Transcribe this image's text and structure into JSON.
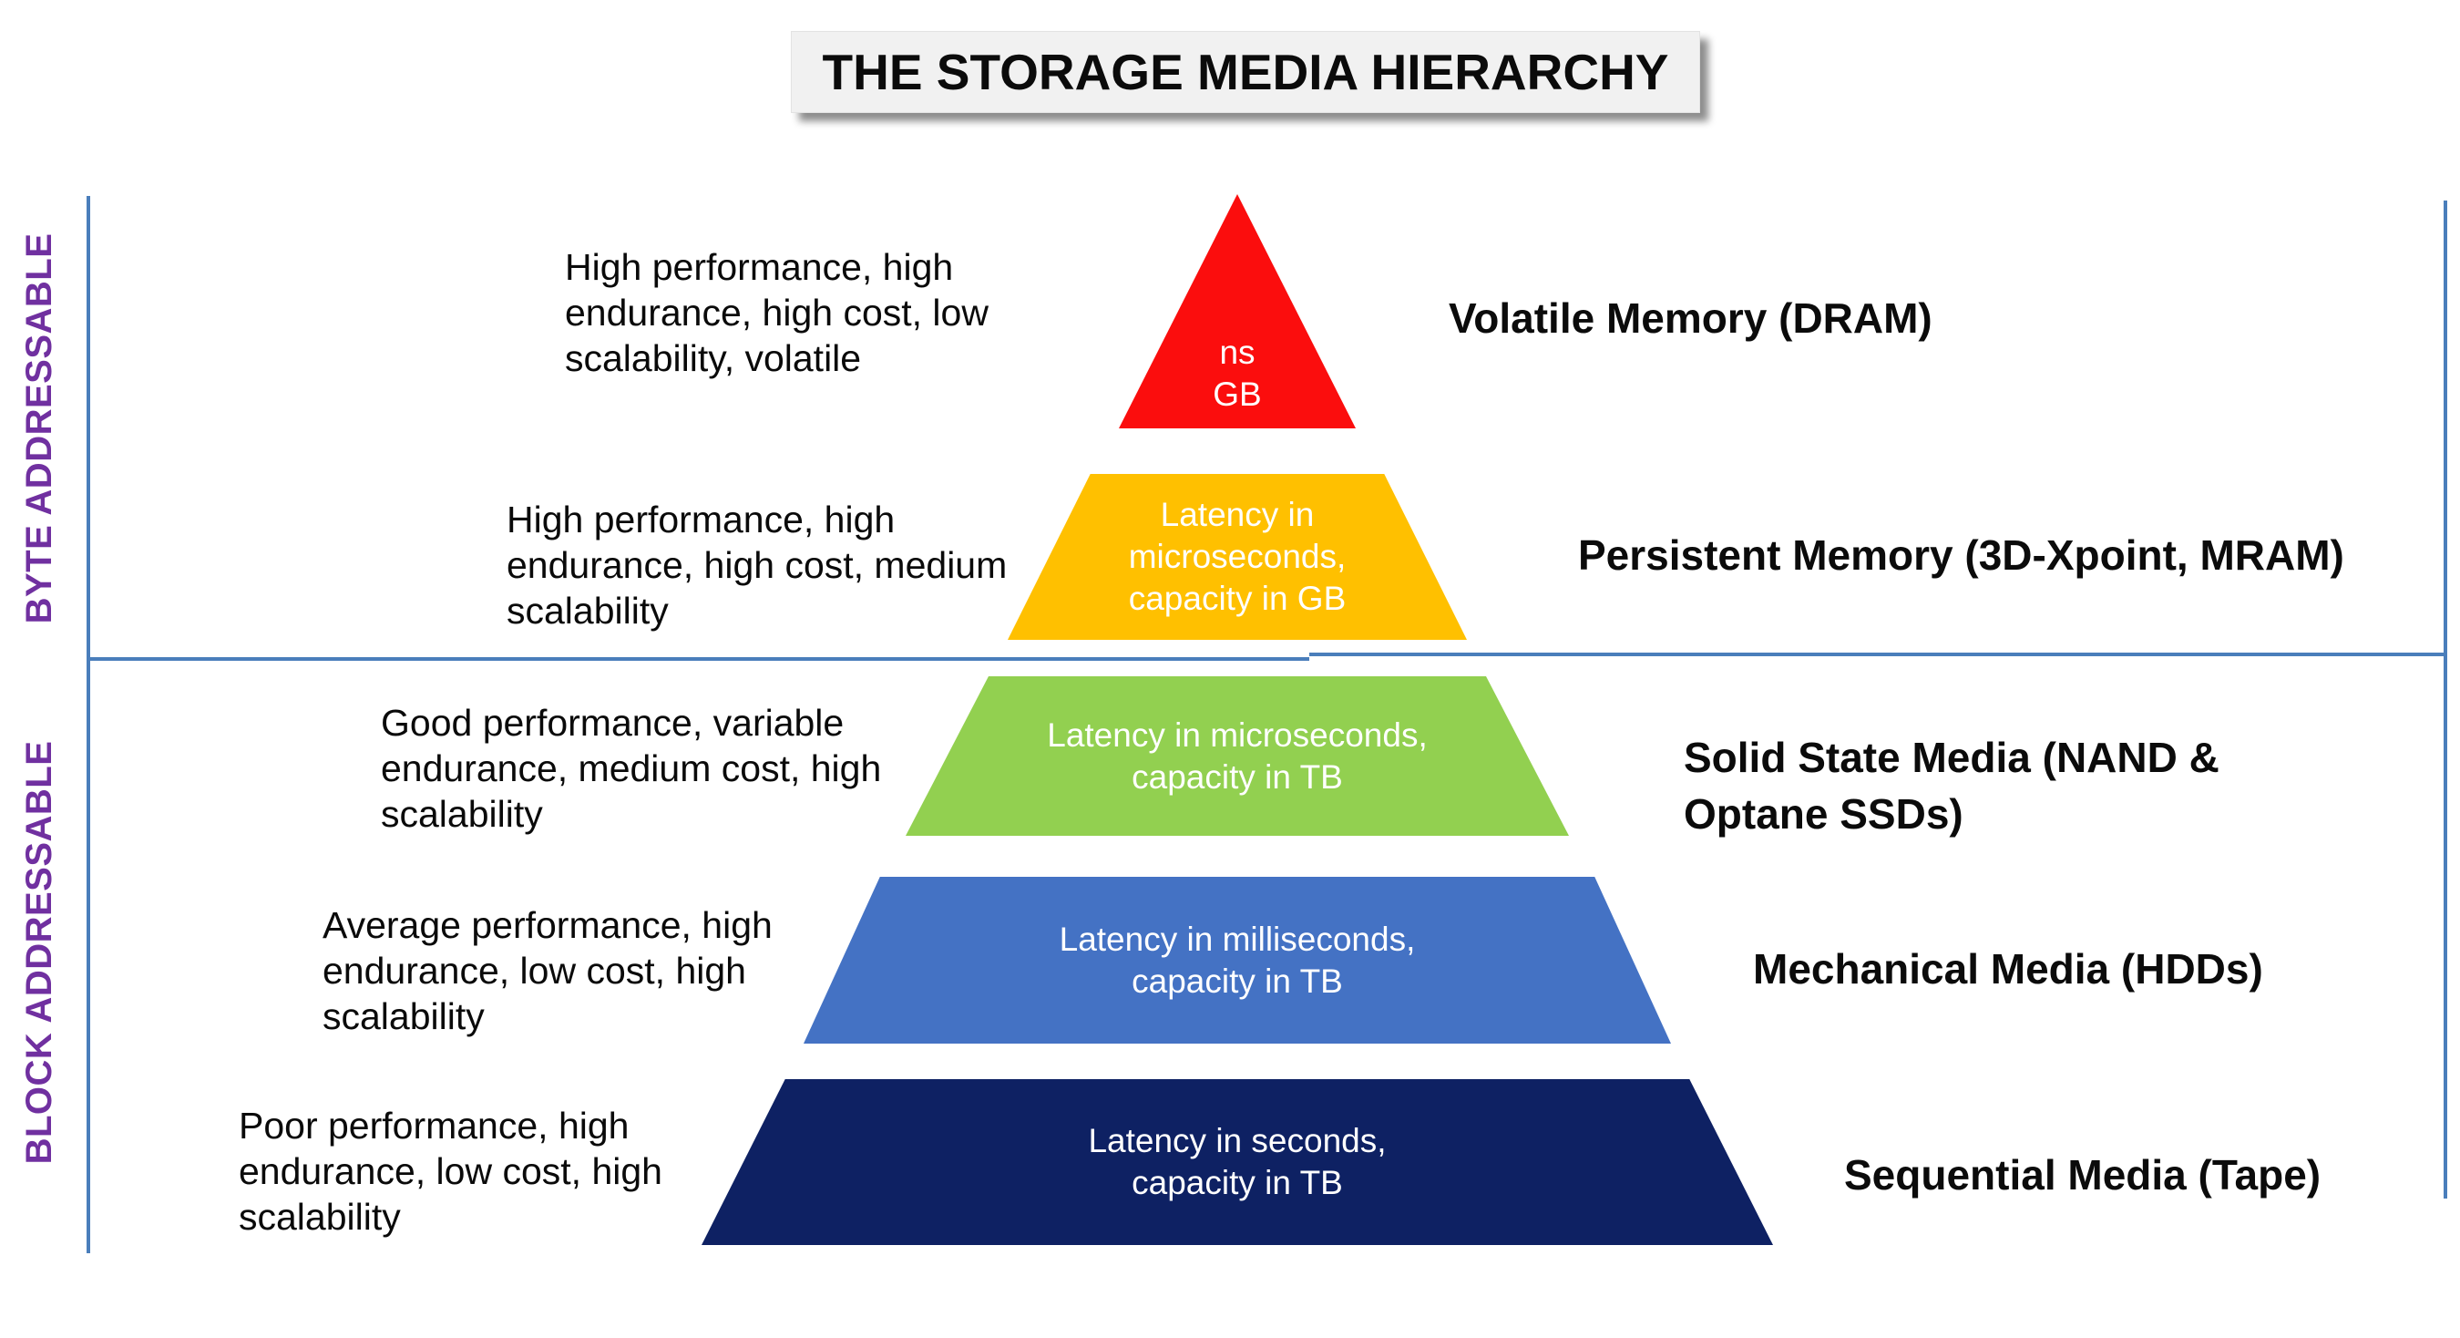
{
  "title": "THE STORAGE MEDIA HIERARCHY",
  "axis_labels": {
    "byte": "BYTE ADDRESSABLE",
    "block": "BLOCK ADDRESSABLE"
  },
  "colors": {
    "dram_red": "#fb0d0d",
    "pmem_orange": "#ffc000",
    "ssd_green": "#92d050",
    "hdd_blue": "#4472c4",
    "tape_navy": "#0e2163",
    "side_label_purple": "#7030a0",
    "frame_line_blue": "#4a7ebb",
    "title_background": "#f1f1f1"
  },
  "levels": [
    {
      "name": "Volatile Memory (DRAM)",
      "shape_lines": [
        "ns",
        "GB"
      ],
      "left_lines": [
        "High performance, high",
        "endurance, high cost, low",
        "scalability, volatile"
      ],
      "right_lines": [
        "Volatile Memory (DRAM)"
      ]
    },
    {
      "name": "Persistent Memory (3D-Xpoint, MRAM)",
      "shape_lines": [
        "Latency in",
        "microseconds,",
        "capacity in GB"
      ],
      "left_lines": [
        "High performance, high",
        "endurance, high cost, medium",
        "scalability"
      ],
      "right_lines": [
        "Persistent Memory (3D-Xpoint, MRAM)"
      ]
    },
    {
      "name": "Solid State Media (NAND & Optane SSDs)",
      "shape_lines": [
        "Latency in microseconds,",
        "capacity in TB"
      ],
      "left_lines": [
        "Good performance, variable",
        "endurance, medium cost, high",
        "scalability"
      ],
      "right_lines": [
        "Solid State Media (NAND &",
        "Optane SSDs)"
      ]
    },
    {
      "name": "Mechanical Media (HDDs)",
      "shape_lines": [
        "Latency in milliseconds,",
        "capacity in TB"
      ],
      "left_lines": [
        "Average performance, high",
        "endurance, low cost, high",
        "scalability"
      ],
      "right_lines": [
        "Mechanical Media (HDDs)"
      ]
    },
    {
      "name": "Sequential Media (Tape)",
      "shape_lines": [
        "Latency in seconds,",
        "capacity in TB"
      ],
      "left_lines": [
        "Poor performance, high",
        "endurance, low cost, high",
        "scalability"
      ],
      "right_lines": [
        "Sequential Media (Tape)"
      ]
    }
  ]
}
